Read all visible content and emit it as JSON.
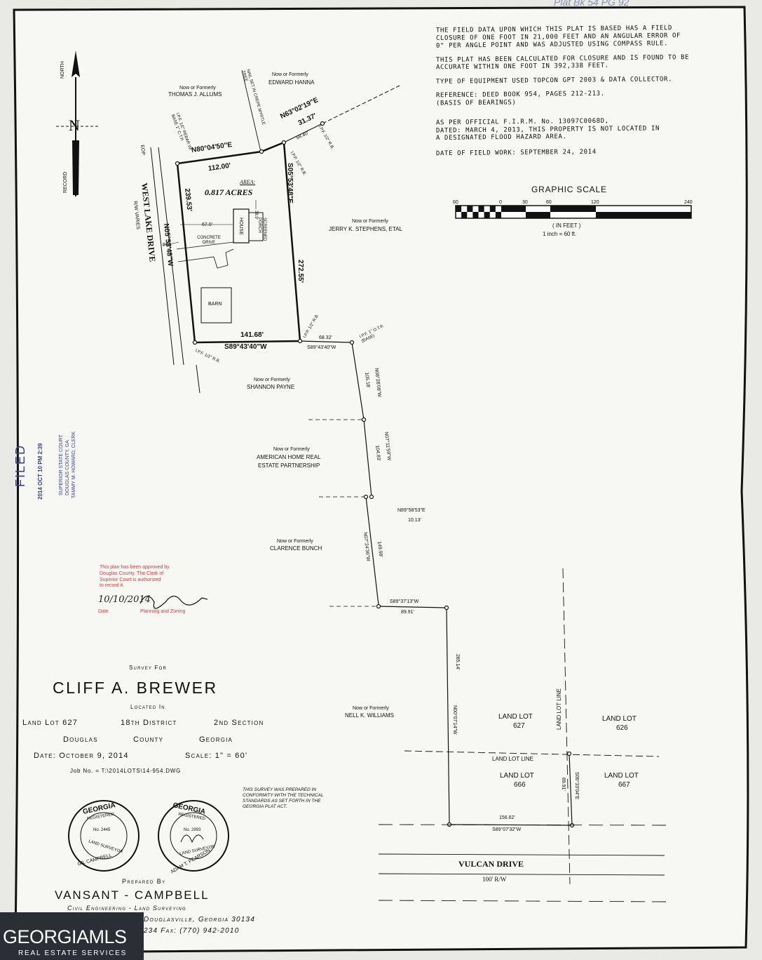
{
  "header": {
    "scribble": "Plat Bk 54 PG 92"
  },
  "notes": [
    "THE FIELD DATA UPON WHICH THIS PLAT IS BASED HAS A FIELD",
    "CLOSURE OF ONE FOOT IN 21,000 FEET AND AN ANGULAR ERROR OF",
    "0\" PER ANGLE POINT AND WAS ADJUSTED USING COMPASS RULE.",
    "THIS PLAT HAS BEEN CALCULATED FOR CLOSURE AND IS FOUND TO BE",
    "ACCURATE WITHIN ONE FOOT IN 392,338 FEET.",
    "TYPE OF EQUIPMENT USED TOPCON GPT 2003 & DATA COLLECTOR.",
    "REFERENCE: DEED BOOK 954, PAGES 212-213.",
    "(BASIS OF BEARINGS)",
    "AS PER OFFICIAL F.I.R.M. No. 13097C0068D,",
    "DATED: MARCH 4, 2013, THIS PROPERTY IS NOT LOCATED IN",
    "A DESIGNATED FLOOD HAZARD AREA.",
    "DATE OF FIELD WORK: SEPTEMBER 24, 2014"
  ],
  "scale": {
    "title": "GRAPHIC SCALE",
    "ticks": [
      "60",
      "0",
      "30",
      "60",
      "120",
      "240"
    ],
    "unit": "( IN FEET )",
    "ratio": "1 inch = 60  ft."
  },
  "north": {
    "north": "NORTH",
    "n": "N",
    "record": "RECORD"
  },
  "owners": {
    "allums": [
      "Now or Formerly",
      "THOMAS J. ALLUMS"
    ],
    "hanna": [
      "Now or Formerly",
      "EDWARD HANNA"
    ],
    "stephens": [
      "Now or Formerly",
      "JERRY K. STEPHENS, ETAL"
    ],
    "payne": [
      "Now or Formerly",
      "SHANNON PAYNE"
    ],
    "american": [
      "Now or Formerly",
      "AMERICAN HOME REAL",
      "ESTATE PARTNERSHIP"
    ],
    "bunch": [
      "Now or Formerly",
      "CLARENCE BUNCH"
    ],
    "williams": [
      "Now or Formerly",
      "NELL K. WILLIAMS"
    ]
  },
  "parcel": {
    "area_label": "AREA:",
    "area": "0.817 ACRES",
    "north_bearing": "N80°04'50\"E",
    "north_dist": "112.00'",
    "ne_bearing": "N63°02'19\"E",
    "ne_dist": "31.37'",
    "east_bearing": "S05°53'48\"E",
    "east_dist": "272.55'",
    "west_bearing": "N05°53'48\"W",
    "west_dist": "239.53'",
    "south_bearing": "S89°43'40\"W",
    "south_dist": "141.68'",
    "house": "HOUSE",
    "porch": "SCREENED PORCH",
    "porch_dim": "38.9'",
    "drive": "CONCRETE DRIVE",
    "drive_dim": "67.0'",
    "barn": "BARN",
    "pp": "PP",
    "nail": "NAIL SET IN CREPE MYRTLE TREE",
    "ipf_58": "58.40'",
    "ipf_rb": "I.P.F. 1/2\" R.B.",
    "ipp_rb": "I.P.P. 1/2\" R.B.",
    "rebar": "I.P.F. 1/2\" REBAR W/ BASE 1\" C.T.P.",
    "edp": "EOP"
  },
  "road": {
    "name": "WEST LAKE DRIVE",
    "rw": "R/W VARIES"
  },
  "traverse": {
    "s_6832_bearing": "S89°43'40\"W",
    "s_6832": "68.32'",
    "otp": "I.P.F. 1\" O.T.P. (BASE)",
    "c1_bearing": "N08°28'09\"W",
    "c1_dist": "105.18'",
    "c2_bearing": "N07°11'59\"W",
    "c2_dist": "104.83'",
    "c3_bearing": "N89°58'53\"E",
    "c3_dist": "10.13'",
    "c4_bearing": "N07°24'36\"W",
    "c4_dist": "149.99'",
    "c5_bearing": "S89°37'13\"W",
    "c5_dist": "89.91'",
    "c6_bearing": "N00°07'14\"W",
    "c6_dist": "285.14'",
    "c7_bearing": "S89°07'32\"W",
    "c7_dist": "156.62'",
    "c8_bearing": "S00°33'04\"E",
    "c8_dist": "89.91'"
  },
  "land_lots": {
    "ll627": [
      "LAND LOT",
      "627"
    ],
    "ll626": [
      "LAND LOT",
      "626"
    ],
    "ll666": [
      "LAND LOT",
      "666"
    ],
    "ll667": [
      "LAND LOT",
      "667"
    ],
    "line_h": "LAND LOT LINE",
    "line_v": "LAND LOT LINE"
  },
  "vulcan": {
    "name": "VULCAN DRIVE",
    "rw": "100' R/W"
  },
  "filed": {
    "word": "FILED",
    "stamp": [
      "SUPERIOR STATE COURT",
      "DOUGLAS COUNTY, GA",
      "TAMMY M. HOWARD, CLERK"
    ],
    "date": "2014 OCT 10 PM 2:39"
  },
  "approval": {
    "lines": [
      "This plan has been approved by",
      "Douglas County. The Clerk of",
      "Superior Court is authorized",
      "to record it."
    ],
    "date": "10/10/2014",
    "date_label": "Date",
    "dept": "Planning and Zoning"
  },
  "title_block": {
    "survey_for": "Survey For",
    "client": "CLIFF A. BREWER",
    "located_in": "Located In",
    "line1": [
      "Land Lot 627",
      "18th District",
      "2nd Section"
    ],
    "line2": [
      "Douglas",
      "County",
      "Georgia"
    ],
    "date": "Date: October 9, 2014",
    "scale": "Scale: 1\" = 60'",
    "job": "Job No. = T:\\2014LOTS\\14-954.DWG",
    "conformity": [
      "THIS SURVEY WAS PREPARED IN",
      "CONFORMITY WITH THE TECHNICAL",
      "STANDARDS AS SET FORTH IN THE",
      "GEORGIA PLAT ACT."
    ],
    "prepared_by": "Prepared By",
    "firm": "VANSANT - CAMPBELL",
    "services": "Civil Engineering - Land Surveying",
    "address": "Douglasville, Georgia 30134",
    "phone": "234  Fax: (770) 942-2010"
  },
  "seals": [
    {
      "state": "GEORGIA",
      "reg": "REGISTERED",
      "no": "No. 2445",
      "role": "LAND SURVEYOR",
      "name": "GIL CAMPBELL"
    },
    {
      "state": "GEORGIA",
      "reg": "REGISTERED",
      "no": "No. 2993",
      "role": "LAND SURVEYOR",
      "name": "ADAM T. PEARSON"
    }
  ],
  "brand": {
    "name": "GEORGIAMLS",
    "sub": "REAL ESTATE SERVICES"
  }
}
